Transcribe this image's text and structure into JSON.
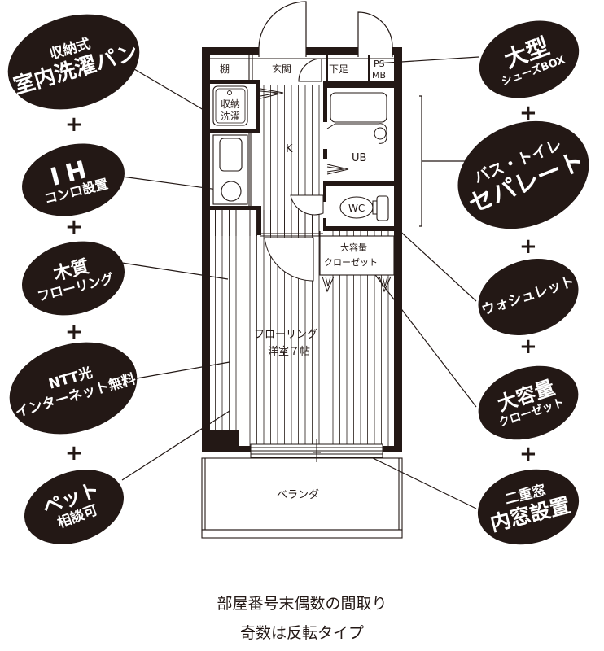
{
  "floor_plan": {
    "rooms": {
      "shelf": "棚",
      "entrance": "玄関",
      "shoe_box": "下足",
      "ps_mb_line1": "PS",
      "ps_mb_line2": "MB",
      "laundry_line1": "収納",
      "laundry_line2": "洗濯",
      "kitchen": "K",
      "unit_bath": "UB",
      "toilet": "WC",
      "closet_line1": "大容量",
      "closet_line2": "クローゼット",
      "main_room_line1": "フローリング",
      "main_room_line2": "洋室７帖",
      "veranda": "ベランダ"
    }
  },
  "badges_left": [
    {
      "line1": "収納式",
      "line2": "室内洗濯パン"
    },
    {
      "line1": "IH",
      "line2": "コンロ設置"
    },
    {
      "line1": "木質",
      "line2": "フローリング"
    },
    {
      "line1": "NTT光",
      "line2": "インターネット無料"
    },
    {
      "line1": "ペット",
      "line2": "相談可"
    }
  ],
  "badges_right": [
    {
      "line1": "大型",
      "line2": "シューズBOX"
    },
    {
      "line1": "バス・トイレ",
      "line2": "セパレート"
    },
    {
      "line1": "ウォシュレット",
      "line2": ""
    },
    {
      "line1": "大容量",
      "line2": "クローゼット"
    },
    {
      "line1": "二重窓",
      "line2": "内窓設置"
    }
  ],
  "separator_symbol": "+",
  "caption": {
    "line1": "部屋番号末偶数の間取り",
    "line2": "奇数は反転タイプ"
  },
  "colors": {
    "ink": "#231815",
    "background": "#ffffff"
  }
}
